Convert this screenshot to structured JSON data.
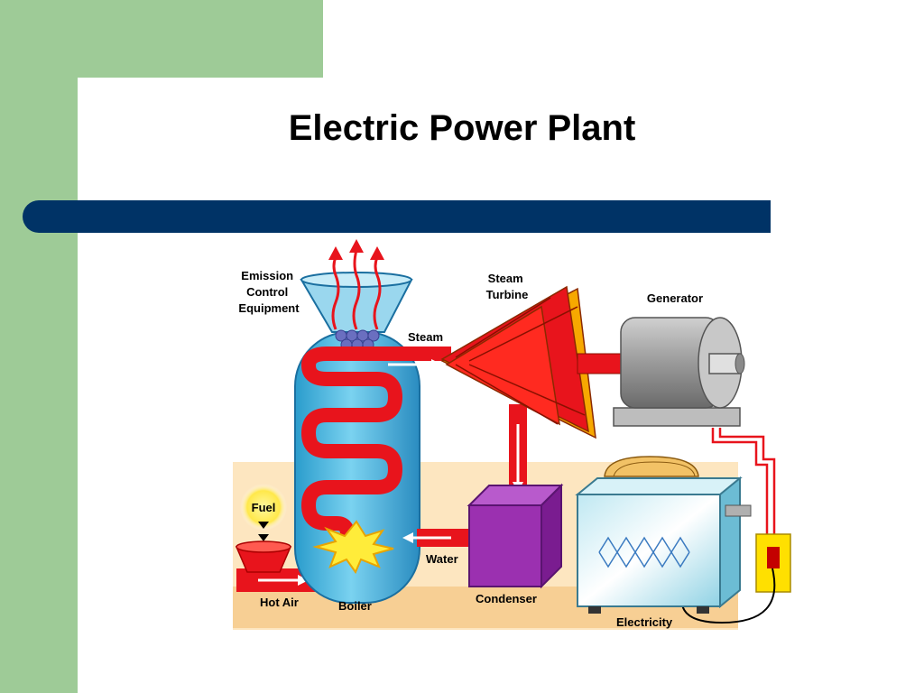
{
  "slide": {
    "title": "Electric Power Plant"
  },
  "diagram": {
    "labels": {
      "emission": [
        "Emission",
        "Control",
        "Equipment"
      ],
      "steam_turbine": [
        "Steam",
        "Turbine"
      ],
      "generator": "Generator",
      "steam": "Steam",
      "fuel": "Fuel",
      "water": "Water",
      "hot_air": "Hot Air",
      "boiler": "Boiler",
      "condenser": "Condenser",
      "electricity": "Electricity"
    }
  },
  "colors": {
    "sidebar": "#9ecb97",
    "accent_bar": "#003366",
    "pipe_red": "#e8141c",
    "boiler_blue": "#4ab4dc",
    "condenser_purple": "#9b30b0",
    "floor": "#fce0b0"
  }
}
